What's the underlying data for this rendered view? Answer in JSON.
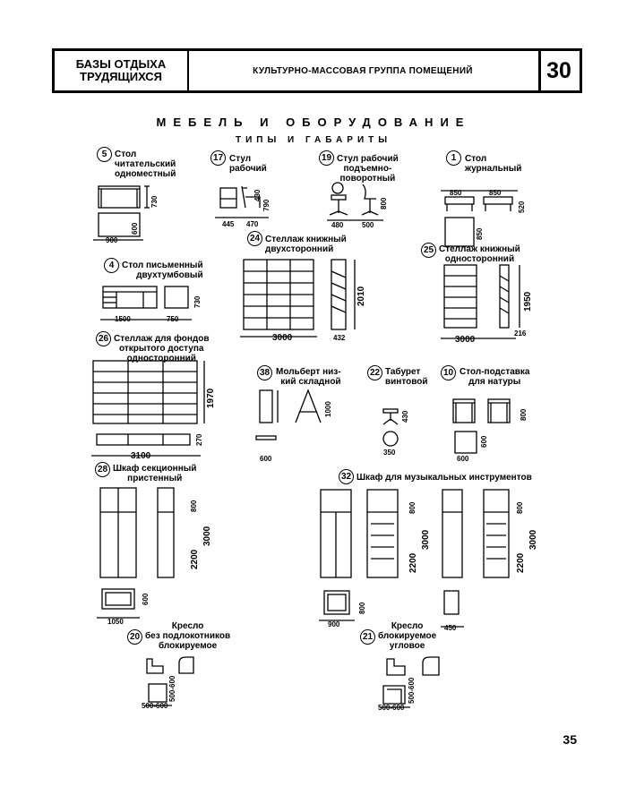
{
  "header": {
    "left_line1": "БАЗЫ ОТДЫХА",
    "left_line2": "ТРУДЯЩИХСЯ",
    "center": "КУЛЬТУРНО-МАССОВАЯ ГРУППА ПОМЕЩЕНИЙ",
    "sheet_number": "30"
  },
  "title": "МЕБЕЛЬ И ОБОРУДОВАНИЕ",
  "subtitle": "ТИПЫ И ГАБАРИТЫ",
  "items": {
    "i5": {
      "num": "5",
      "label": "Стол\nчитательский\nодноместный",
      "d1": "730",
      "d2": "600",
      "d3": "900"
    },
    "i17": {
      "num": "17",
      "label": "Стул\nрабочий",
      "d1": "790",
      "d2": "430",
      "d3": "445",
      "d4": "470"
    },
    "i19": {
      "num": "19",
      "label": "Стул рабочий\nподъемно-\nповоротный",
      "d1": "800",
      "d2": "480",
      "d3": "500"
    },
    "i1": {
      "num": "1",
      "label": "Стол\nжурнальный",
      "d1": "850",
      "d2": "850",
      "d3": "520",
      "d4": "850"
    },
    "i24": {
      "num": "24",
      "label": "Стеллаж книжный\nдвухсторонний",
      "d1": "2010",
      "d2": "3000",
      "d3": "432"
    },
    "i4": {
      "num": "4",
      "label": "Стол письменный\nдвухтумбовый",
      "d1": "730",
      "d2": "1500",
      "d3": "750"
    },
    "i25": {
      "num": "25",
      "label": "Стеллаж книжный\nодносторонний",
      "d1": "1950",
      "d2": "3000",
      "d3": "216"
    },
    "i26": {
      "num": "26",
      "label": "Стеллаж для фондов\nоткрытого доступа\nодносторонний",
      "d1": "1970",
      "d2": "3100",
      "d3": "270"
    },
    "i38": {
      "num": "38",
      "label": "Мольберт низ-\nкий складной",
      "d1": "1000",
      "d2": "600"
    },
    "i22": {
      "num": "22",
      "label": "Табурет\nвинтовой",
      "d1": "430",
      "d2": "350"
    },
    "i10": {
      "num": "10",
      "label": "Стол-подставка\nдля натуры",
      "d1": "800",
      "d2": "600",
      "d3": "600"
    },
    "i28": {
      "num": "28",
      "label": "Шкаф секционный\nпристенный",
      "d1": "800",
      "d2": "2200",
      "d3": "3000",
      "d4": "600",
      "d5": "1050"
    },
    "i32": {
      "num": "32",
      "label": "Шкаф для музыкальных инструментов",
      "d1": "800",
      "d2": "2200",
      "d3": "3000",
      "d4": "800",
      "d5": "900",
      "d6": "800",
      "d7": "2200",
      "d8": "3000",
      "d9": "450"
    },
    "i20": {
      "num": "20",
      "label": "Кресло\nбез подлокотников\nблокируемое",
      "d1": "500-600",
      "d2": "500-600"
    },
    "i21": {
      "num": "21",
      "label": "Кресло\nблокируемое\nугловое",
      "d1": "500-600",
      "d2": "500-600"
    }
  },
  "page_number": "35"
}
